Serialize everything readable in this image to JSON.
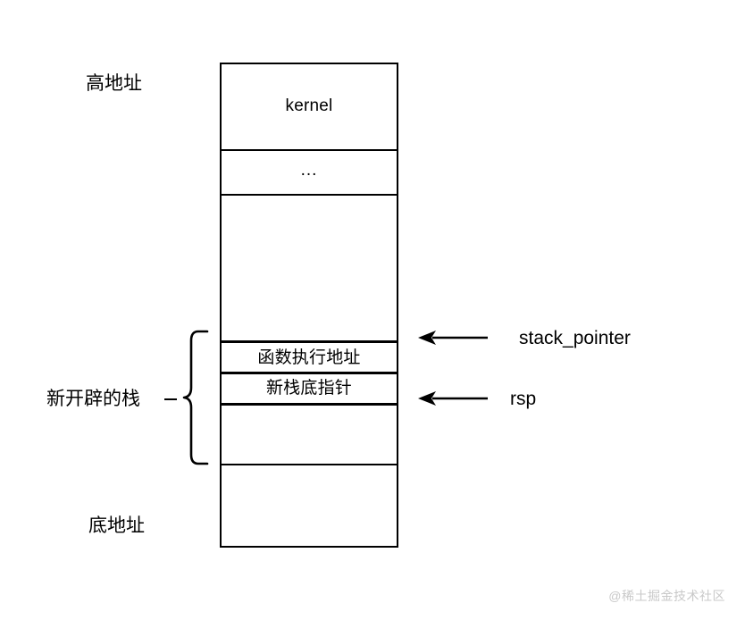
{
  "diagram": {
    "title": "stack-memory-layout",
    "labels": {
      "high_address": "高地址",
      "low_address": "底地址",
      "new_stack": "新开辟的栈"
    },
    "memory_cells": [
      {
        "id": "kernel",
        "text": "kernel",
        "emphasis": false
      },
      {
        "id": "ellipsis",
        "text": "...",
        "emphasis": false
      },
      {
        "id": "gap-upper",
        "text": "",
        "emphasis": false
      },
      {
        "id": "ret-addr",
        "text": "函数执行地址",
        "emphasis": true
      },
      {
        "id": "new-rbp",
        "text": "新栈底指针",
        "emphasis": true
      },
      {
        "id": "gap-lower",
        "text": "",
        "emphasis": false
      },
      {
        "id": "gap-bottom",
        "text": "",
        "emphasis": false
      }
    ],
    "pointers": [
      {
        "id": "stack-pointer",
        "label": "stack_pointer",
        "target_cell": "ret-addr"
      },
      {
        "id": "rsp",
        "label": "rsp",
        "target_cell": "new-rbp"
      }
    ],
    "colors": {
      "stroke": "#000000",
      "background": "#ffffff",
      "watermark": "#c9c9c9"
    }
  },
  "watermark": {
    "text": "@稀土掘金技术社区"
  }
}
